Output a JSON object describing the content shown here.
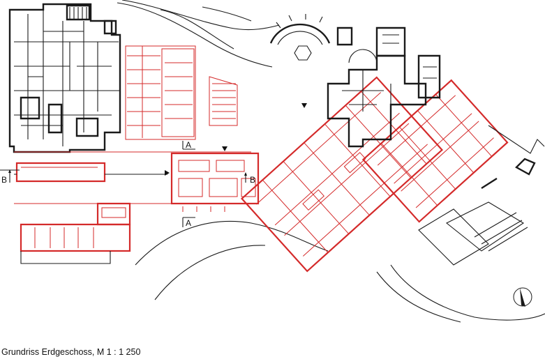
{
  "caption": "Grundriss Erdgeschoss, M 1 : 1 250",
  "section_labels": {
    "a_top": "A",
    "a_bottom": "A",
    "b_left": "B",
    "b_right": "B"
  },
  "legend": {
    "existing_color": "#1a1a1a",
    "new_color": "#d42a2a"
  },
  "icons": {
    "north_arrow": "north-arrow-icon",
    "entrance_marker": "triangle-marker-icon"
  }
}
